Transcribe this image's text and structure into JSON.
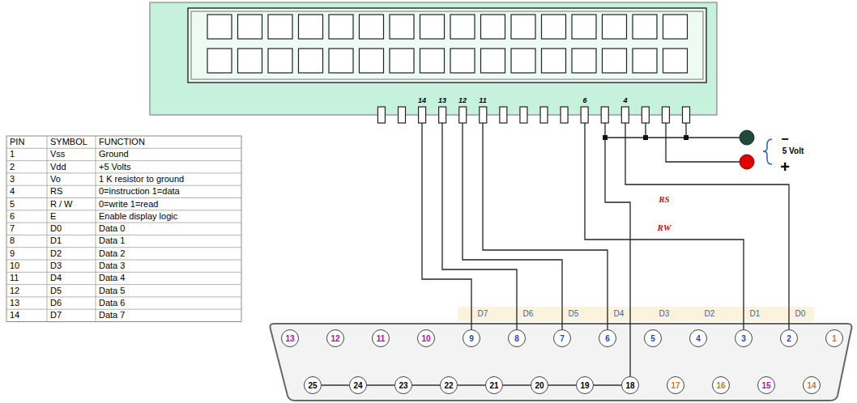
{
  "diagram": {
    "nodes": [
      {
        "text": [
          "13"
        ]
      },
      {
        "text": [
          "12"
        ]
      },
      {
        "text": [
          "11"
        ]
      },
      {
        "text": [
          "10"
        ]
      },
      {
        "text": [
          "9"
        ]
      },
      {
        "text": [
          "8"
        ]
      },
      {
        "text": [
          "7"
        ]
      },
      {
        "text": [
          "6"
        ]
      },
      {
        "text": [
          "5"
        ]
      },
      {
        "text": [
          "4"
        ]
      },
      {
        "text": [
          "3"
        ]
      },
      {
        "text": [
          "2"
        ]
      },
      {
        "text": [
          "1"
        ]
      },
      {
        "text": [
          "25"
        ]
      },
      {
        "text": [
          "24"
        ]
      },
      {
        "text": [
          "23"
        ]
      },
      {
        "text": [
          "22"
        ]
      },
      {
        "text": [
          "21"
        ]
      },
      {
        "text": [
          "20"
        ]
      },
      {
        "text": [
          "19"
        ]
      },
      {
        "text": [
          "18"
        ]
      },
      {
        "text": [
          "17"
        ]
      },
      {
        "text": [
          "16"
        ]
      },
      {
        "text": [
          "15"
        ]
      },
      {
        "text": [
          "14"
        ]
      }
    ],
    "edges": [
      {
        "from": 13,
        "to": 14,
        "arrow": "none"
      },
      {
        "from": 14,
        "to": 15,
        "arrow": "none"
      },
      {
        "from": 15,
        "to": 16,
        "arrow": "none"
      },
      {
        "from": 16,
        "to": 17,
        "arrow": "none"
      },
      {
        "from": 17,
        "to": 18,
        "arrow": "none"
      },
      {
        "from": 18,
        "to": 19,
        "arrow": "none"
      },
      {
        "from": 19,
        "to": 20,
        "arrow": "none"
      }
    ],
    "labels": [
      "PIN",
      "SYMBOL",
      "FUNCTION",
      "1",
      "Vss",
      "Ground",
      "2",
      "Vdd",
      "+5 Volts",
      "3",
      "Vo",
      "1 K resistor to ground",
      "4",
      "RS",
      "0=instruction 1=data",
      "5",
      "R / W",
      "0=write 1=read",
      "6",
      "E",
      "Enable display logic",
      "7",
      "D0",
      "Data 0",
      "8",
      "D1",
      "Data 1",
      "9",
      "D2",
      "Data 2",
      "10",
      "D3",
      "Data 3",
      "11",
      "D4",
      "Data 4",
      "12",
      "D5",
      "Data 5",
      "13",
      "D6",
      "Data 6",
      "14",
      "D7",
      "Data 7",
      "14",
      "13",
      "12",
      "11",
      "6",
      "4",
      "RS",
      "RW",
      "5 Volt",
      "−",
      "+",
      "D7",
      "D6",
      "D5",
      "D4",
      "D3",
      "D2",
      "D1",
      "D0"
    ]
  }
}
